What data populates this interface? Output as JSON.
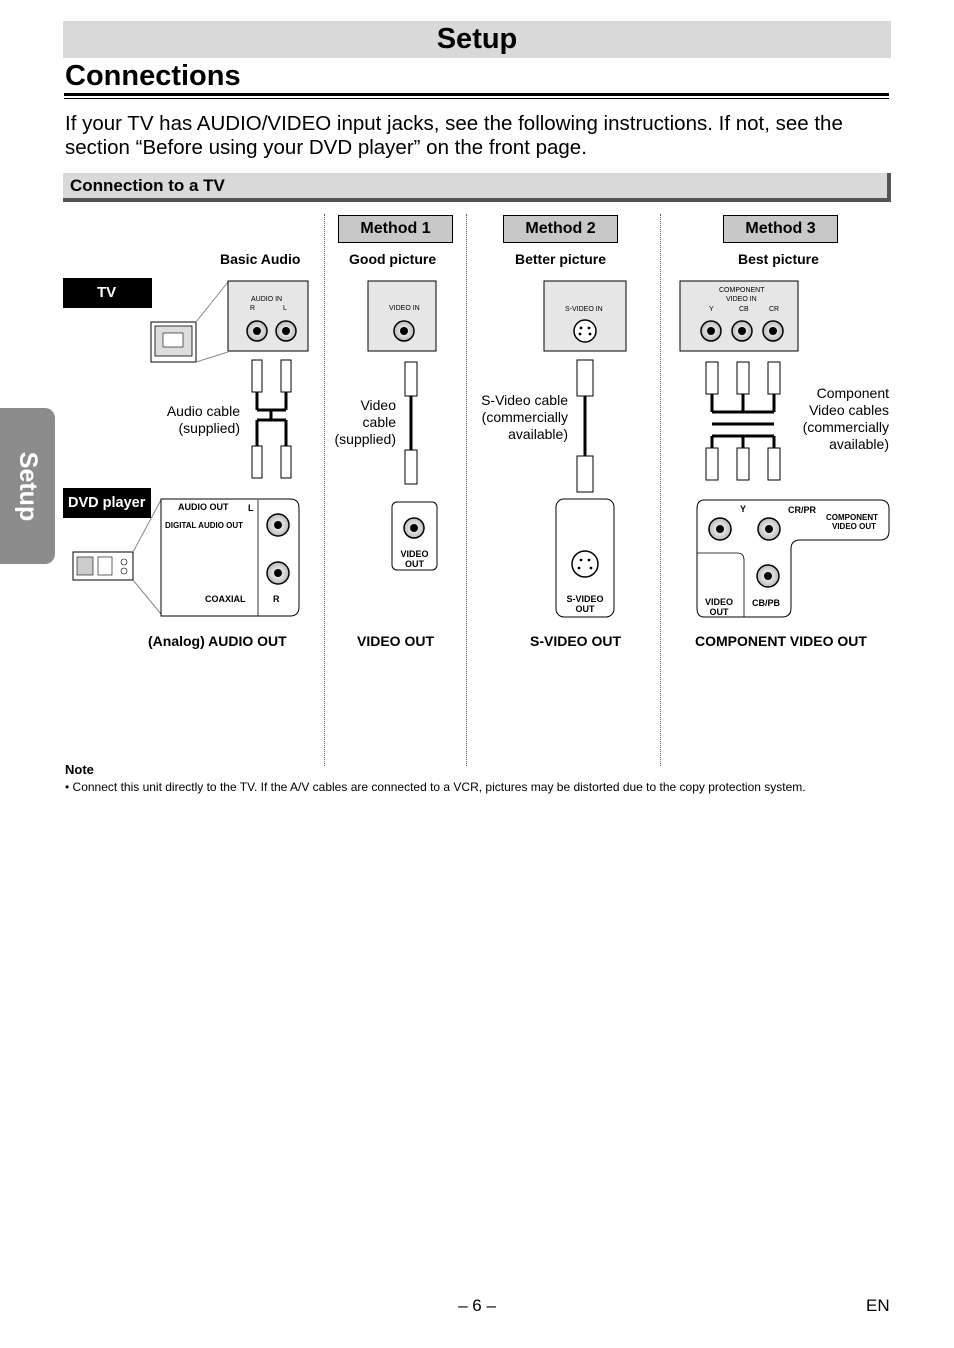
{
  "header": {
    "title": "Setup"
  },
  "section": {
    "title": "Connections"
  },
  "intro": "If your TV has AUDIO/VIDEO input jacks, see the following instructions. If not, see the section “Before using your DVD player” on the front page.",
  "subsection": {
    "title": "Connection to a TV"
  },
  "side_tab": "Setup",
  "labels": {
    "tv": "TV",
    "dvd_player": "DVD player"
  },
  "columns": [
    {
      "method": "",
      "quality": "Basic Audio",
      "tv_jack": {
        "title": "AUDIO IN",
        "sub": [
          "R",
          "L"
        ]
      },
      "cable": "Audio cable (supplied)",
      "player_jack": {
        "labels": [
          "AUDIO OUT",
          "L",
          "DIGITAL AUDIO OUT",
          "COAXIAL",
          "R"
        ]
      },
      "output": "(Analog) AUDIO OUT"
    },
    {
      "method": "Method 1",
      "quality": "Good picture",
      "tv_jack": {
        "title": "VIDEO IN"
      },
      "cable": "Video cable (supplied)",
      "player_jack": {
        "labels": [
          "VIDEO",
          "OUT"
        ]
      },
      "output": "VIDEO OUT"
    },
    {
      "method": "Method 2",
      "quality": "Better picture",
      "tv_jack": {
        "title": "S-VIDEO IN"
      },
      "cable": "S-Video cable (commercially available)",
      "player_jack": {
        "labels": [
          "S-VIDEO",
          "OUT"
        ]
      },
      "output": "S-VIDEO OUT"
    },
    {
      "method": "Method 3",
      "quality": "Best picture",
      "tv_jack": {
        "title": [
          "COMPONENT",
          "VIDEO IN"
        ],
        "sub": [
          "Y",
          "CB",
          "CR"
        ]
      },
      "cable": "Component Video cables (commercially available)",
      "player_jack": {
        "labels": [
          "Y",
          "CR/PR",
          "COMPONENT",
          "VIDEO OUT",
          "VIDEO",
          "OUT",
          "CB/PB"
        ]
      },
      "output": "COMPONENT VIDEO OUT"
    }
  ],
  "note": {
    "heading": "Note",
    "text": "• Connect this unit directly to the TV. If the A/V cables are connected to a VCR, pictures may be distorted due to the copy protection system."
  },
  "footer": {
    "page": "– 6 –",
    "lang": "EN"
  }
}
